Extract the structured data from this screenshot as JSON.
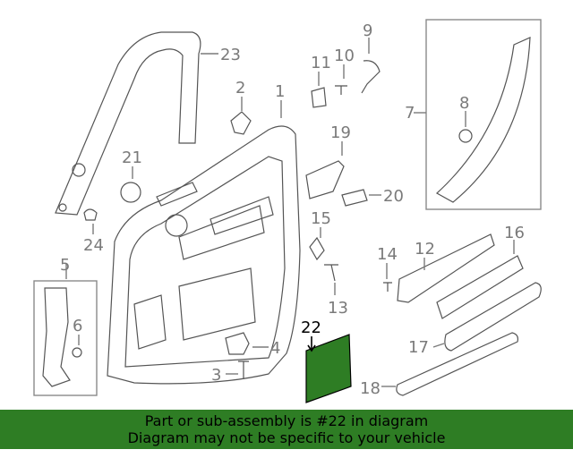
{
  "callouts": {
    "c1": "1",
    "c2": "2",
    "c3": "3",
    "c4": "4",
    "c5": "5",
    "c6": "6",
    "c7": "7",
    "c8": "8",
    "c9": "9",
    "c10": "10",
    "c11": "11",
    "c12": "12",
    "c13": "13",
    "c14": "14",
    "c15": "15",
    "c16": "16",
    "c17": "17",
    "c18": "18",
    "c19": "19",
    "c20": "20",
    "c21": "21",
    "c22": "22",
    "c23": "23",
    "c24": "24"
  },
  "highlight": {
    "part_number": "22",
    "color": "#2e7d24"
  },
  "banner": {
    "line1": "Part or sub-assembly is #22 in diagram",
    "line2": "Diagram may not be specific to your vehicle",
    "background": "#2e7d24"
  }
}
